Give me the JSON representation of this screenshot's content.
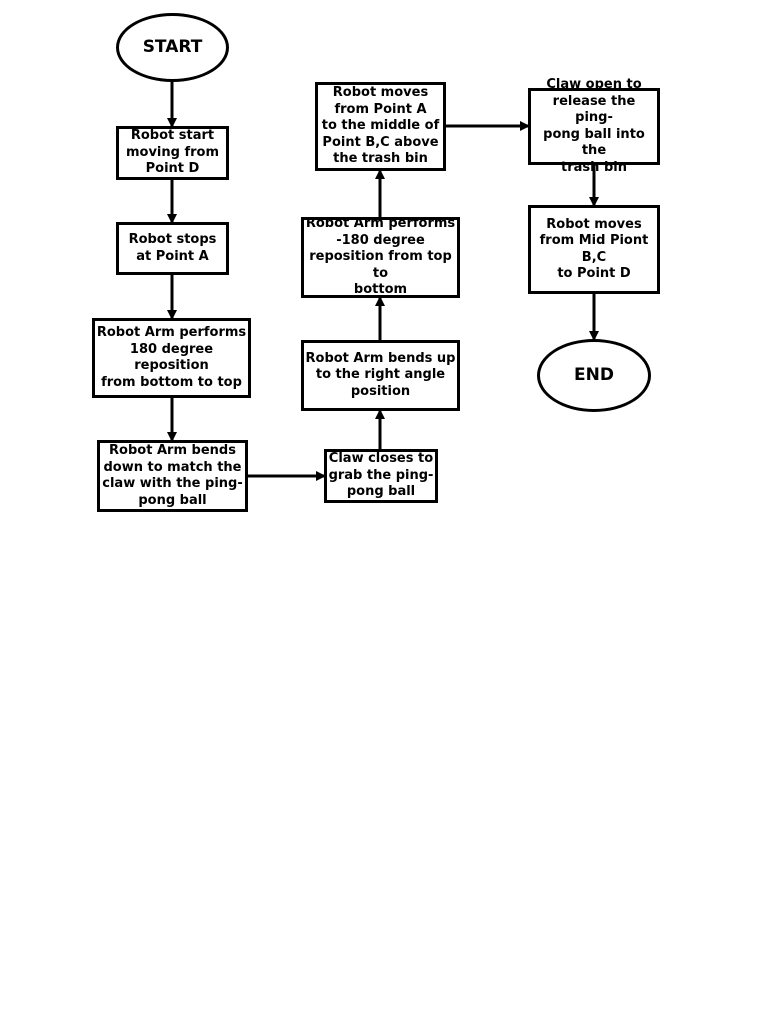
{
  "diagram": {
    "type": "flowchart",
    "nodes": [
      {
        "id": "start",
        "shape": "oval",
        "text": "START"
      },
      {
        "id": "n1",
        "shape": "rect",
        "text": "Robot start\nmoving from\nPoint D"
      },
      {
        "id": "n2",
        "shape": "rect",
        "text": "Robot stops\nat Point A"
      },
      {
        "id": "n3",
        "shape": "rect",
        "text": "Robot Arm performs\n180 degree reposition\nfrom bottom to top"
      },
      {
        "id": "n4",
        "shape": "rect",
        "text": "Robot Arm bends\ndown to match the\nclaw with the ping-\npong ball"
      },
      {
        "id": "n5",
        "shape": "rect",
        "text": "Claw closes to\ngrab the ping-\npong ball"
      },
      {
        "id": "n6",
        "shape": "rect",
        "text": "Robot Arm bends up\nto the right angle\nposition"
      },
      {
        "id": "n7",
        "shape": "rect",
        "text": "Robot Arm performs\n-180 degree\nreposition from top to\nbottom"
      },
      {
        "id": "n8",
        "shape": "rect",
        "text": "Robot moves\nfrom Point A\nto the middle of\nPoint B,C above\nthe trash bin"
      },
      {
        "id": "n9",
        "shape": "rect",
        "text": "Claw open to\nrelease the ping-\npong ball into the\ntrash bin"
      },
      {
        "id": "n10",
        "shape": "rect",
        "text": "Robot moves\nfrom Mid Piont\nB,C\nto Point D"
      },
      {
        "id": "end",
        "shape": "oval",
        "text": "END"
      }
    ],
    "edges": [
      {
        "from": "start",
        "to": "n1"
      },
      {
        "from": "n1",
        "to": "n2"
      },
      {
        "from": "n2",
        "to": "n3"
      },
      {
        "from": "n3",
        "to": "n4"
      },
      {
        "from": "n4",
        "to": "n5"
      },
      {
        "from": "n5",
        "to": "n6"
      },
      {
        "from": "n6",
        "to": "n7"
      },
      {
        "from": "n7",
        "to": "n8"
      },
      {
        "from": "n8",
        "to": "n9"
      },
      {
        "from": "n9",
        "to": "n10"
      },
      {
        "from": "n10",
        "to": "end"
      }
    ]
  }
}
